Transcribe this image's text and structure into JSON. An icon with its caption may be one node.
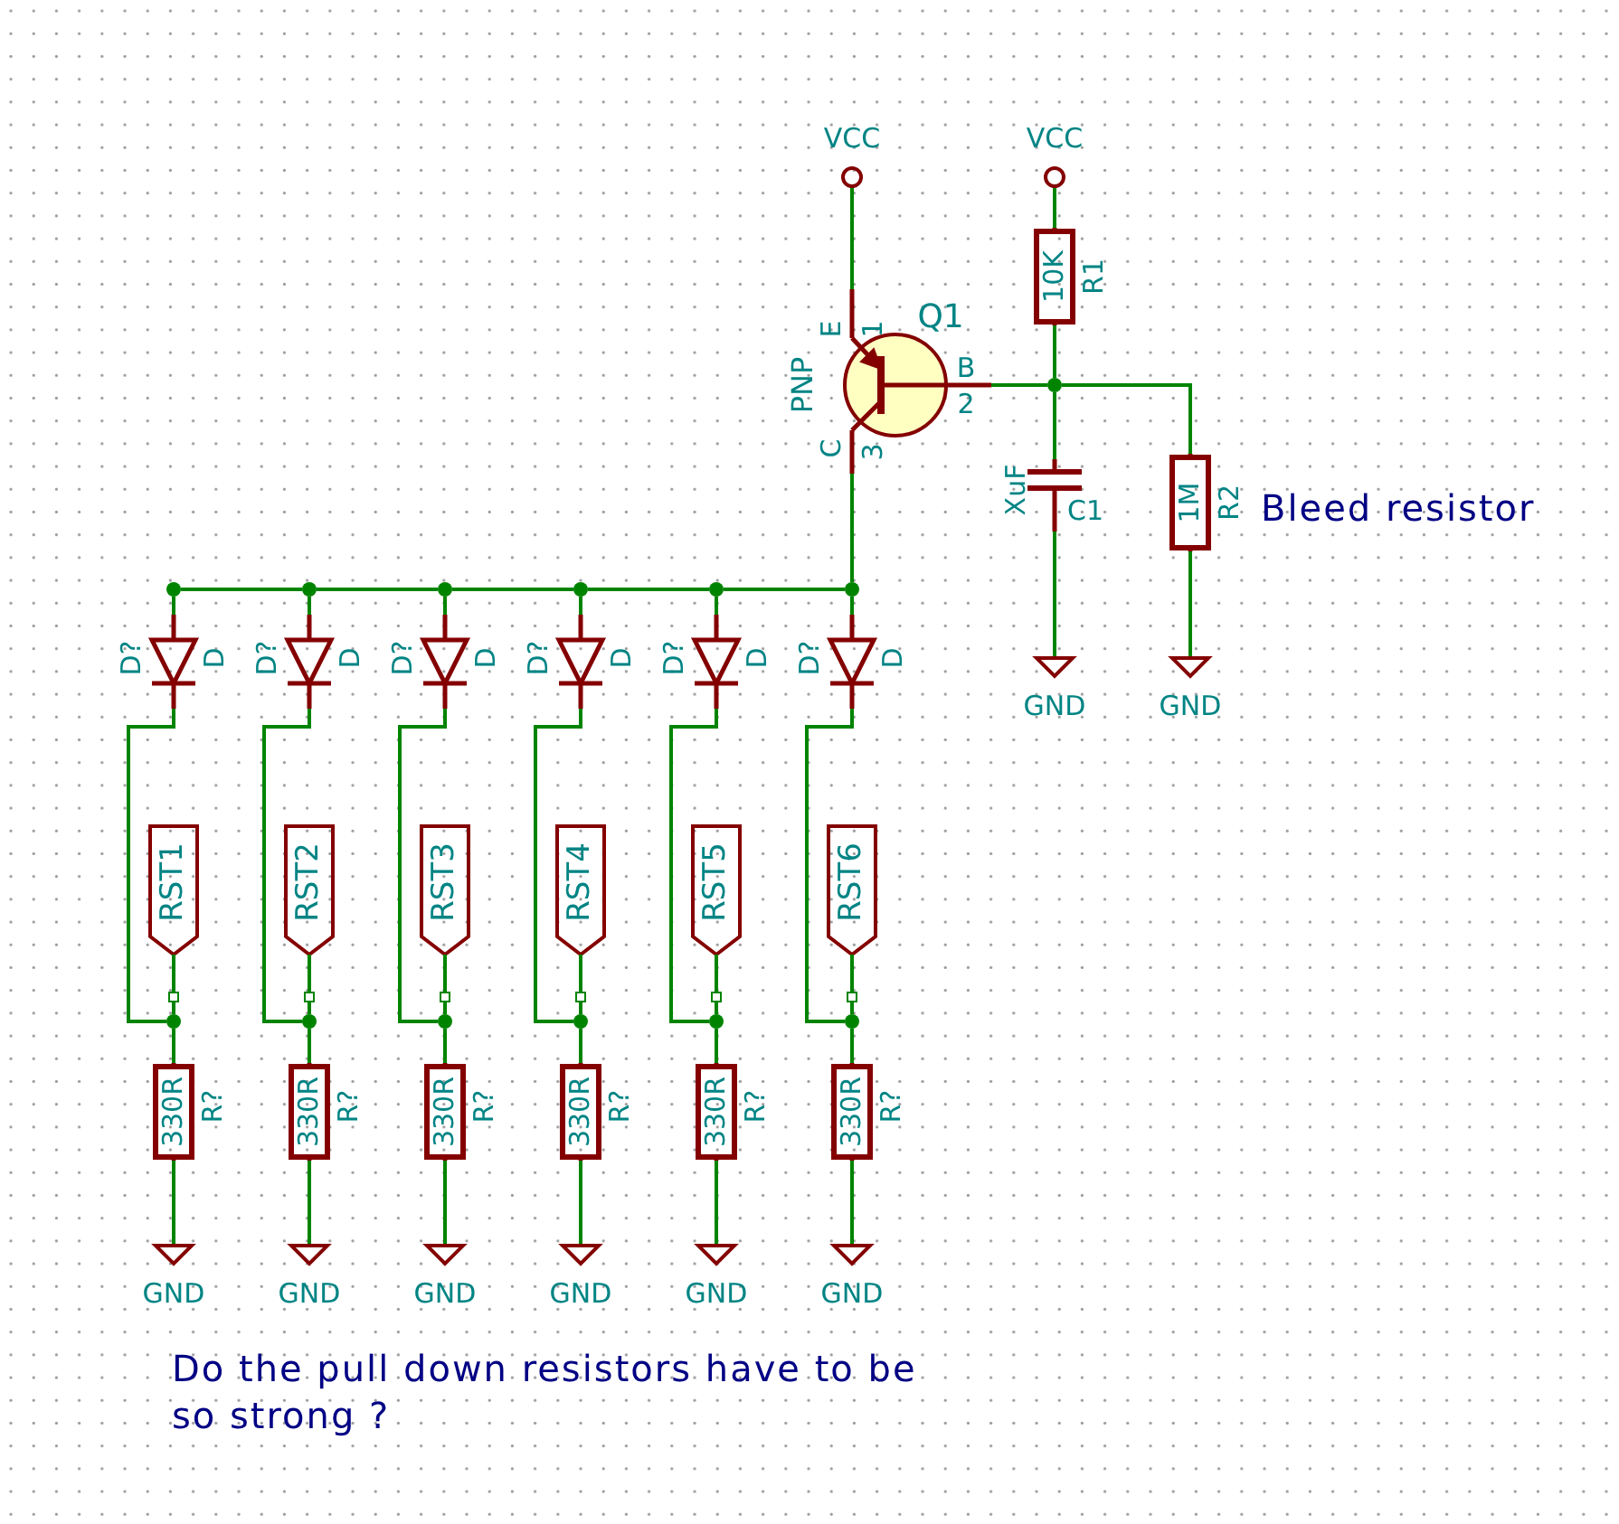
{
  "diagram": {
    "nodes": [
      {
        "text": [
          "VCC"
        ]
      },
      {
        "text": [
          "VCC"
        ]
      },
      {
        "text": [
          "10K"
        ],
        "beside": [
          "R1"
        ]
      },
      {
        "text": [
          "Q1",
          "PNP",
          "E",
          "1",
          "B",
          "2",
          "C",
          "3"
        ]
      },
      {
        "text": [],
        "shape": "dot"
      },
      {
        "text": [
          "XuF",
          "C1"
        ]
      },
      {
        "text": [
          "1M"
        ],
        "beside": [
          "R2"
        ]
      },
      {
        "text": [
          "GND"
        ]
      },
      {
        "text": [
          "GND"
        ]
      },
      {
        "text": [],
        "shape": "dot"
      },
      {
        "text": [],
        "shape": "dot"
      },
      {
        "text": [],
        "shape": "dot"
      },
      {
        "text": [],
        "shape": "dot"
      },
      {
        "text": [],
        "shape": "dot"
      },
      {
        "text": [],
        "shape": "dot"
      },
      {
        "text": [
          "D?",
          "D"
        ]
      },
      {
        "text": [
          "D?",
          "D"
        ]
      },
      {
        "text": [
          "D?",
          "D"
        ]
      },
      {
        "text": [
          "D?",
          "D"
        ]
      },
      {
        "text": [
          "D?",
          "D"
        ]
      },
      {
        "text": [
          "D?",
          "D"
        ]
      },
      {
        "text": [
          "RST1"
        ]
      },
      {
        "text": [
          "RST2"
        ]
      },
      {
        "text": [
          "RST3"
        ]
      },
      {
        "text": [
          "RST4"
        ]
      },
      {
        "text": [
          "RST5"
        ]
      },
      {
        "text": [
          "RST6"
        ]
      },
      {
        "text": [],
        "shape": "dot"
      },
      {
        "text": [],
        "shape": "dot"
      },
      {
        "text": [],
        "shape": "dot"
      },
      {
        "text": [],
        "shape": "dot"
      },
      {
        "text": [],
        "shape": "dot"
      },
      {
        "text": [],
        "shape": "dot"
      },
      {
        "text": [
          "330R"
        ],
        "beside": [
          "R?"
        ]
      },
      {
        "text": [
          "330R"
        ],
        "beside": [
          "R?"
        ]
      },
      {
        "text": [
          "330R"
        ],
        "beside": [
          "R?"
        ]
      },
      {
        "text": [
          "330R"
        ],
        "beside": [
          "R?"
        ]
      },
      {
        "text": [
          "330R"
        ],
        "beside": [
          "R?"
        ]
      },
      {
        "text": [
          "330R"
        ],
        "beside": [
          "R?"
        ]
      },
      {
        "text": [
          "GND"
        ]
      },
      {
        "text": [
          "GND"
        ]
      },
      {
        "text": [
          "GND"
        ]
      },
      {
        "text": [
          "GND"
        ]
      },
      {
        "text": [
          "GND"
        ]
      },
      {
        "text": [
          "GND"
        ]
      }
    ],
    "edges": [
      {
        "from": 0,
        "to": 3,
        "arrow": "none"
      },
      {
        "from": 1,
        "to": 2,
        "arrow": "none"
      },
      {
        "from": 2,
        "to": 4,
        "arrow": "none"
      },
      {
        "from": 3,
        "to": 4,
        "arrow": "none"
      },
      {
        "from": 4,
        "to": 5,
        "arrow": "none"
      },
      {
        "from": 4,
        "to": 6,
        "arrow": "none"
      },
      {
        "from": 5,
        "to": 7,
        "arrow": "none"
      },
      {
        "from": 6,
        "to": 8,
        "arrow": "none"
      },
      {
        "from": 3,
        "to": 14,
        "arrow": "none"
      },
      {
        "from": 14,
        "to": 13,
        "arrow": "none"
      },
      {
        "from": 13,
        "to": 12,
        "arrow": "none"
      },
      {
        "from": 12,
        "to": 11,
        "arrow": "none"
      },
      {
        "from": 11,
        "to": 10,
        "arrow": "none"
      },
      {
        "from": 10,
        "to": 9,
        "arrow": "none"
      },
      {
        "from": 9,
        "to": 15,
        "arrow": "none"
      },
      {
        "from": 15,
        "to": 27,
        "arrow": "none"
      },
      {
        "from": 21,
        "to": 27,
        "arrow": "none"
      },
      {
        "from": 27,
        "to": 33,
        "arrow": "none"
      },
      {
        "from": 33,
        "to": 39,
        "arrow": "none"
      },
      {
        "from": 10,
        "to": 16,
        "arrow": "none"
      },
      {
        "from": 16,
        "to": 28,
        "arrow": "none"
      },
      {
        "from": 22,
        "to": 28,
        "arrow": "none"
      },
      {
        "from": 28,
        "to": 34,
        "arrow": "none"
      },
      {
        "from": 34,
        "to": 40,
        "arrow": "none"
      },
      {
        "from": 11,
        "to": 17,
        "arrow": "none"
      },
      {
        "from": 17,
        "to": 29,
        "arrow": "none"
      },
      {
        "from": 23,
        "to": 29,
        "arrow": "none"
      },
      {
        "from": 29,
        "to": 35,
        "arrow": "none"
      },
      {
        "from": 35,
        "to": 41,
        "arrow": "none"
      },
      {
        "from": 12,
        "to": 18,
        "arrow": "none"
      },
      {
        "from": 18,
        "to": 30,
        "arrow": "none"
      },
      {
        "from": 24,
        "to": 30,
        "arrow": "none"
      },
      {
        "from": 30,
        "to": 36,
        "arrow": "none"
      },
      {
        "from": 36,
        "to": 42,
        "arrow": "none"
      },
      {
        "from": 13,
        "to": 19,
        "arrow": "none"
      },
      {
        "from": 19,
        "to": 31,
        "arrow": "none"
      },
      {
        "from": 25,
        "to": 31,
        "arrow": "none"
      },
      {
        "from": 31,
        "to": 37,
        "arrow": "none"
      },
      {
        "from": 37,
        "to": 43,
        "arrow": "none"
      },
      {
        "from": 14,
        "to": 20,
        "arrow": "none"
      },
      {
        "from": 20,
        "to": 32,
        "arrow": "none"
      },
      {
        "from": 26,
        "to": 32,
        "arrow": "none"
      },
      {
        "from": 32,
        "to": 38,
        "arrow": "none"
      },
      {
        "from": 38,
        "to": 44,
        "arrow": "none"
      }
    ],
    "labels": [
      "Bleed resistor",
      "Do the pull down resistors have to be so strong ?"
    ]
  }
}
